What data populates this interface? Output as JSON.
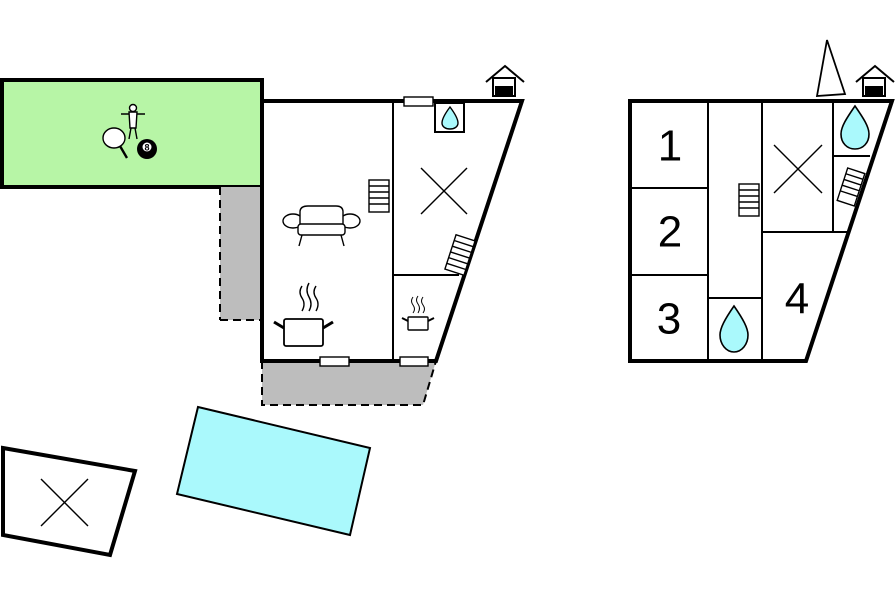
{
  "colors": {
    "garden": "#b7f5a6",
    "terrace": "#bdbdbd",
    "pool": "#aaf9fc",
    "water": "#aaf9fc",
    "wall": "#000000",
    "background": "#ffffff"
  },
  "icons": {
    "games": [
      "foosball-icon",
      "ping-pong-icon",
      "billiard-ball-icon"
    ],
    "living": "sofa-icon",
    "kitchen": "cooking-pot-icon",
    "bathroom": "water-drop-icon",
    "bedroom": "bed-cross-icon",
    "stairs": "stairs-icon",
    "entrance": "house-entrance-icon",
    "orientation": "north-arrow-icon"
  },
  "labels": {
    "billiard_ball": "8",
    "rooms": [
      "1",
      "2",
      "3",
      "4"
    ]
  }
}
